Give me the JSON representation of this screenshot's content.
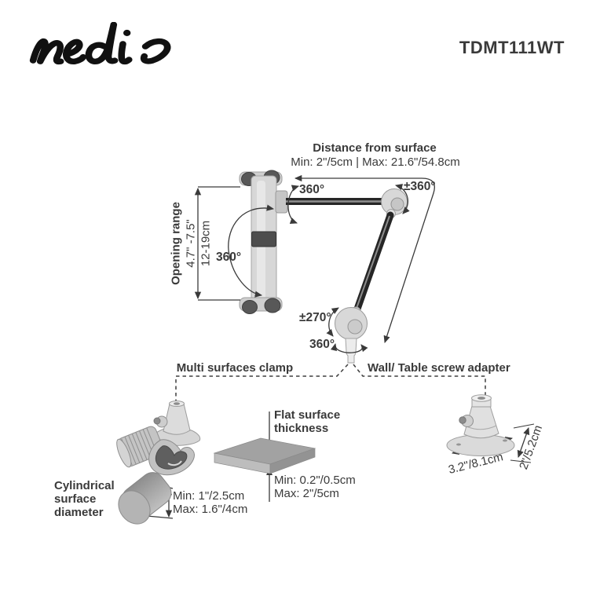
{
  "header": {
    "logo_text": "nedis",
    "model": "TDMT111WT"
  },
  "diagram": {
    "distance": {
      "title": "Distance from surface",
      "values": "Min: 2\"/5cm | Max: 21.6\"/54.8cm"
    },
    "angles": {
      "arm_joint": "360°",
      "elbow": "±360°",
      "holder_rotation": "360°",
      "base_tilt": "±270°",
      "base_swivel": "360°"
    },
    "opening_range": {
      "title": "Opening range",
      "inches": "4.7\" -7.5\"",
      "cm": "12-19cm"
    }
  },
  "mounting": {
    "clamp": {
      "label": "Multi surfaces clamp"
    },
    "adapter": {
      "label": "Wall/ Table screw adapter",
      "width": "3.2\"/8.1cm",
      "depth": "2\"/5.2cm"
    },
    "flat_surface": {
      "title": "Flat surface thickness",
      "min": "Min: 0.2\"/0.5cm",
      "max": "Max: 2\"/5cm"
    },
    "cylindrical_surface": {
      "title": "Cylindrical surface diameter",
      "min": "Min: 1\"/2.5cm",
      "max": "Max: 1.6\"/4cm"
    }
  },
  "colors": {
    "text": "#3a3a3a",
    "line": "#3a3a3a",
    "body_gray": "#d8d8d8",
    "dark_gray": "#4f4f4f",
    "arm_black": "#262626",
    "background": "#ffffff"
  }
}
